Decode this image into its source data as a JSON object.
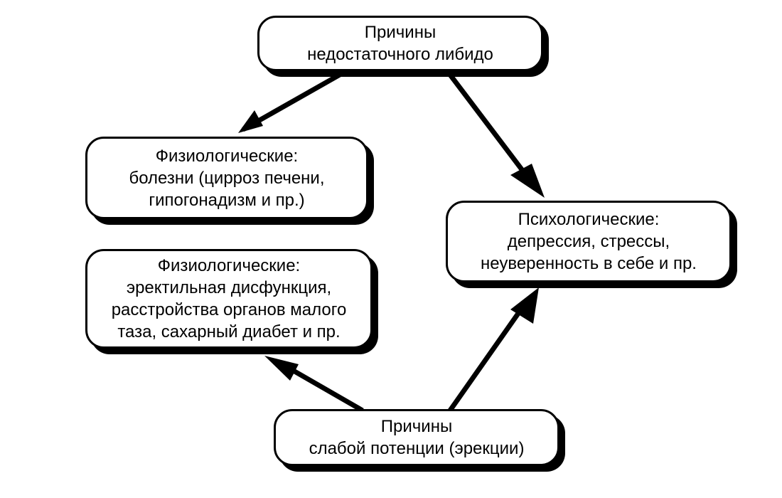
{
  "nodes": {
    "libido": {
      "lines": [
        "Причины",
        "недостаточного либидо"
      ]
    },
    "physio_libido": {
      "lines": [
        "Физиологические:",
        "болезни (цирроз печени,",
        "гипогонадизм и пр.)"
      ]
    },
    "psycho": {
      "lines": [
        "Психологические:",
        "депрессия, стрессы,",
        "неуверенность в себе и пр."
      ]
    },
    "physio_potency": {
      "lines": [
        "Физиологические:",
        "эректильная дисфункция,",
        "расстройства органов малого",
        "таза, сахарный диабет и пр."
      ]
    },
    "potency": {
      "lines": [
        "Причины",
        "слабой потенции (эрекции)"
      ]
    }
  },
  "colors": {
    "stroke": "#000000",
    "fill": "#ffffff"
  }
}
